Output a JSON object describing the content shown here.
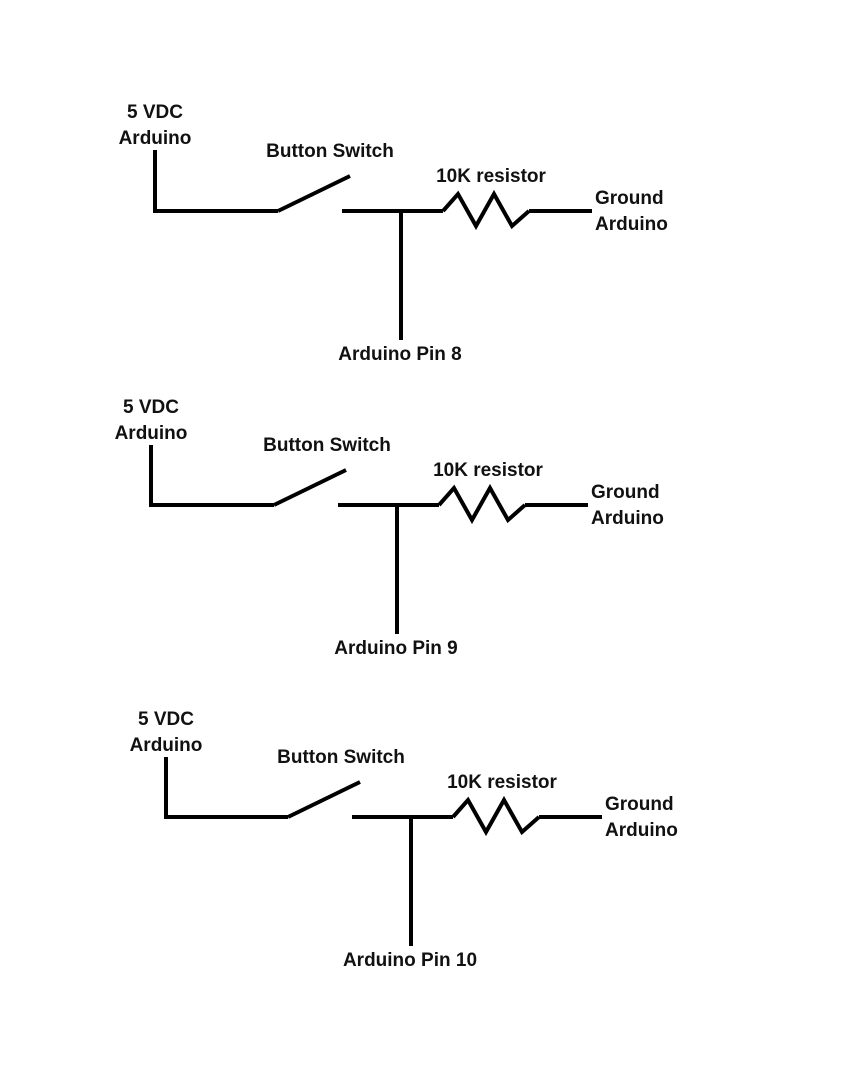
{
  "colors": {
    "wire": "#000000",
    "text": "#111111",
    "background": "#ffffff"
  },
  "circuits": [
    {
      "supply_line1": "5 VDC",
      "supply_line2": "Arduino",
      "switch_label": "Button Switch",
      "resistor_label": "10K resistor",
      "ground_line1": "Ground",
      "ground_line2": "Arduino",
      "pin_label": "Arduino Pin 8"
    },
    {
      "supply_line1": "5 VDC",
      "supply_line2": "Arduino",
      "switch_label": "Button Switch",
      "resistor_label": "10K resistor",
      "ground_line1": "Ground",
      "ground_line2": "Arduino",
      "pin_label": "Arduino Pin 9"
    },
    {
      "supply_line1": "5 VDC",
      "supply_line2": "Arduino",
      "switch_label": "Button Switch",
      "resistor_label": "10K resistor",
      "ground_line1": "Ground",
      "ground_line2": "Arduino",
      "pin_label": "Arduino Pin 10"
    }
  ]
}
